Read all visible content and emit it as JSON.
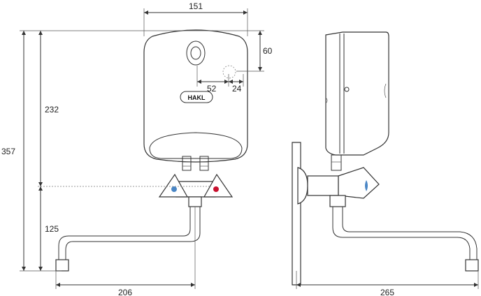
{
  "dimensions": {
    "width_top": "151",
    "height_total": "357",
    "height_upper": "232",
    "height_lower": "125",
    "depth_side": "60",
    "offset_a": "52",
    "offset_b": "24",
    "spout_reach": "206",
    "side_depth": "265"
  },
  "logo": {
    "text": "HAKL"
  },
  "colors": {
    "cold": "#4a86c5",
    "hot": "#c8102e",
    "line": "#333333"
  }
}
